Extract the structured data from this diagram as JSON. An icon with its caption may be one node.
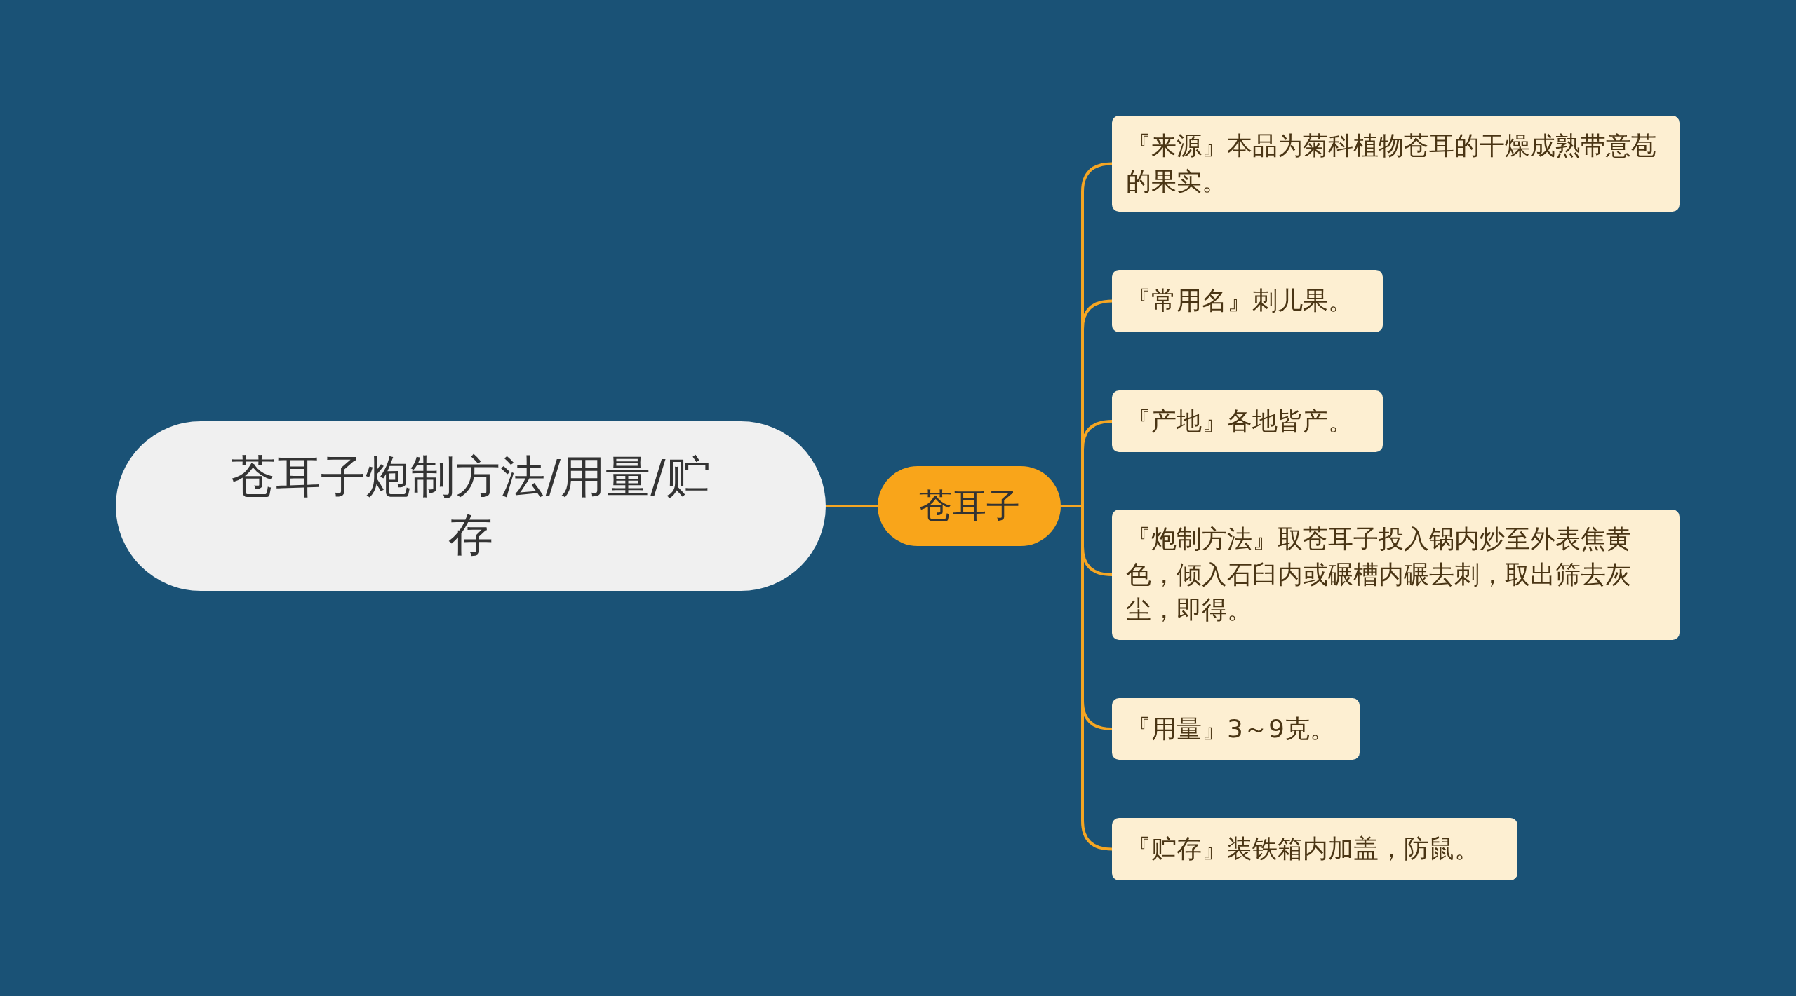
{
  "diagram": {
    "nodes": [
      {
        "text": [
          "苍耳子炮制方法/用量/贮存"
        ]
      },
      {
        "text": [
          "苍耳子"
        ]
      },
      {
        "text": [
          "『来源』本品为菊科植物苍耳的干燥成熟带意苞的果实。"
        ]
      },
      {
        "text": [
          "『常用名』刺儿果。"
        ]
      },
      {
        "text": [
          "『产地』各地皆产。"
        ]
      },
      {
        "text": [
          "『炮制方法』取苍耳子投入锅内炒至外表焦黄色，倾入石臼内或碾槽内碾去刺，取出筛去灰尘，即得。"
        ]
      },
      {
        "text": [
          "『用量』3～9克。"
        ]
      },
      {
        "text": [
          "『贮存』装铁箱内加盖，防鼠。"
        ]
      }
    ],
    "edges": [
      {
        "from": 0,
        "to": 1,
        "arrow": "none"
      },
      {
        "from": 1,
        "to": 2,
        "arrow": "none"
      },
      {
        "from": 1,
        "to": 3,
        "arrow": "none"
      },
      {
        "from": 1,
        "to": 4,
        "arrow": "none"
      },
      {
        "from": 1,
        "to": 5,
        "arrow": "none"
      },
      {
        "from": 1,
        "to": 6,
        "arrow": "none"
      },
      {
        "from": 1,
        "to": 7,
        "arrow": "none"
      }
    ]
  }
}
